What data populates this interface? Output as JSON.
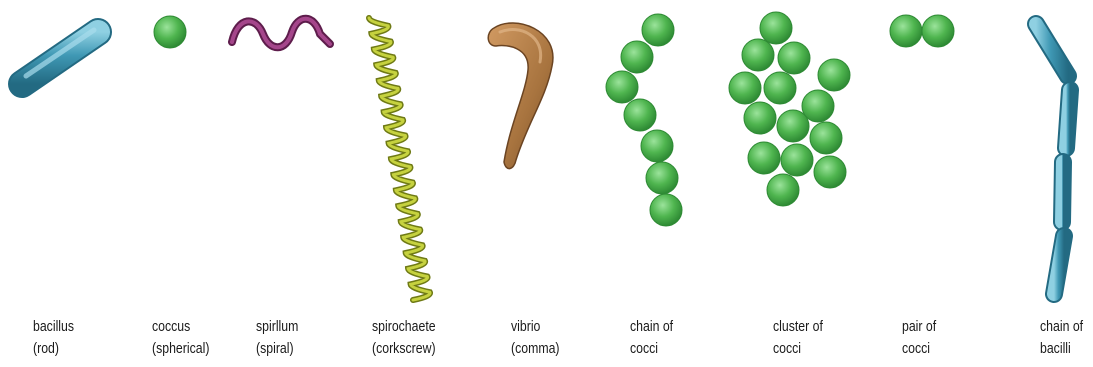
{
  "colors": {
    "bacillus": "#3f98b4",
    "coccus": "#4fb54f",
    "spirillum": "#8a2f6f",
    "spirochaete": "#a9b52a",
    "vibrio": "#a8743f"
  },
  "labels": [
    {
      "line1": "bacillus",
      "line2": "(rod)"
    },
    {
      "line1": "coccus",
      "line2": "(spherical)"
    },
    {
      "line1": "spirllum",
      "line2": "(spiral)"
    },
    {
      "line1": "spirochaete",
      "line2": "(corkscrew)"
    },
    {
      "line1": "vibrio",
      "line2": "(comma)"
    },
    {
      "line1": "chain of",
      "line2": "cocci"
    },
    {
      "line1": "cluster of",
      "line2": "cocci"
    },
    {
      "line1": "pair of",
      "line2": "cocci"
    },
    {
      "line1": "chain of",
      "line2": "bacilli"
    }
  ]
}
